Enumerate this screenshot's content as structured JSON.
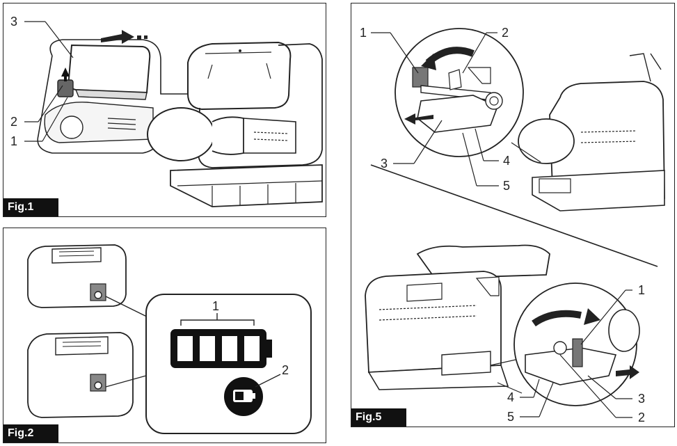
{
  "fig1": {
    "label": "Fig.1",
    "callouts": [
      "3",
      "2",
      "1"
    ]
  },
  "fig2": {
    "label": "Fig.2",
    "callouts": [
      "1",
      "2"
    ]
  },
  "fig5": {
    "label": "Fig.5",
    "top_callouts": [
      "1",
      "2",
      "3",
      "4",
      "5"
    ],
    "bottom_callouts": [
      "1",
      "3",
      "2",
      "4",
      "5"
    ]
  }
}
